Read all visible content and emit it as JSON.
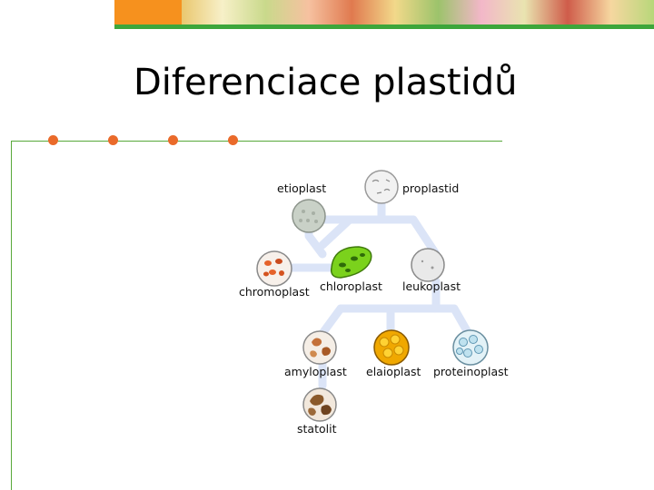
{
  "slide": {
    "title": "Diferenciace plastidů"
  },
  "diagram": {
    "labels": {
      "etioplast": "etioplast",
      "proplastid": "proplastid",
      "chromoplast": "chromoplast",
      "chloroplast": "chloroplast",
      "leukoplast": "leukoplast",
      "amyloplast": "amyloplast",
      "elaioplast": "elaioplast",
      "proteinoplast": "proteinoplast",
      "statolit": "statolit"
    }
  },
  "colors": {
    "bullet": "#ea6a2a",
    "rule": "#58a83a",
    "connector": "#dbe4f7",
    "chloroplast": "#7bd21c",
    "elaioplast": "#f0a800",
    "proteinoplast": "#bfe2ef",
    "amyloplast": "#c4713a"
  }
}
